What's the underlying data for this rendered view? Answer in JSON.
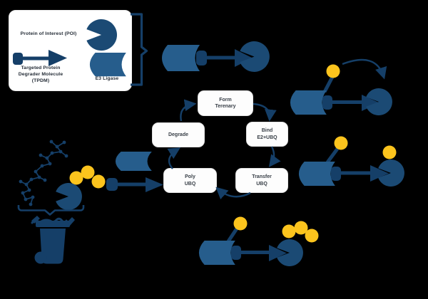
{
  "legend": {
    "poi_label": "Protein of Interest (POI)",
    "tpdm_label": "Targeted Protein\nDegrader Molecule\n(TPDM)",
    "e3_label": "E3 Ligase"
  },
  "cycle": {
    "steps": [
      {
        "id": "form-ternary",
        "label": "Form\nTerenary"
      },
      {
        "id": "bind-e2-ubq",
        "label": "Bind\nE2+UBQ"
      },
      {
        "id": "transfer-ubq",
        "label": "Transfer\nUBQ"
      },
      {
        "id": "poly-ubq",
        "label": "Poly\nUBQ"
      },
      {
        "id": "degrade",
        "label": "Degrade"
      }
    ]
  },
  "icons": {
    "poi_shape": "pacman-icon",
    "tpdm_shape": "linker-arrow-icon",
    "e3_ligase_shape": "cylinder-icon",
    "ubiquitin_shape": "yellow-circle-icon",
    "waste": "trash-bin-icon",
    "degraded_poi": "molecule-fragments-icon",
    "grouping": "brace-icon",
    "script_mark": "illegible-script-squiggle"
  },
  "colors": {
    "background": "#000000",
    "dark_navy": "#153f68",
    "pacman_navy": "#1b4a74",
    "cylinder_blue": "#265d8c",
    "ubiquitin_yellow": "#fcc41d",
    "card_white": "#ffffff",
    "label_text": "#3a4149"
  }
}
